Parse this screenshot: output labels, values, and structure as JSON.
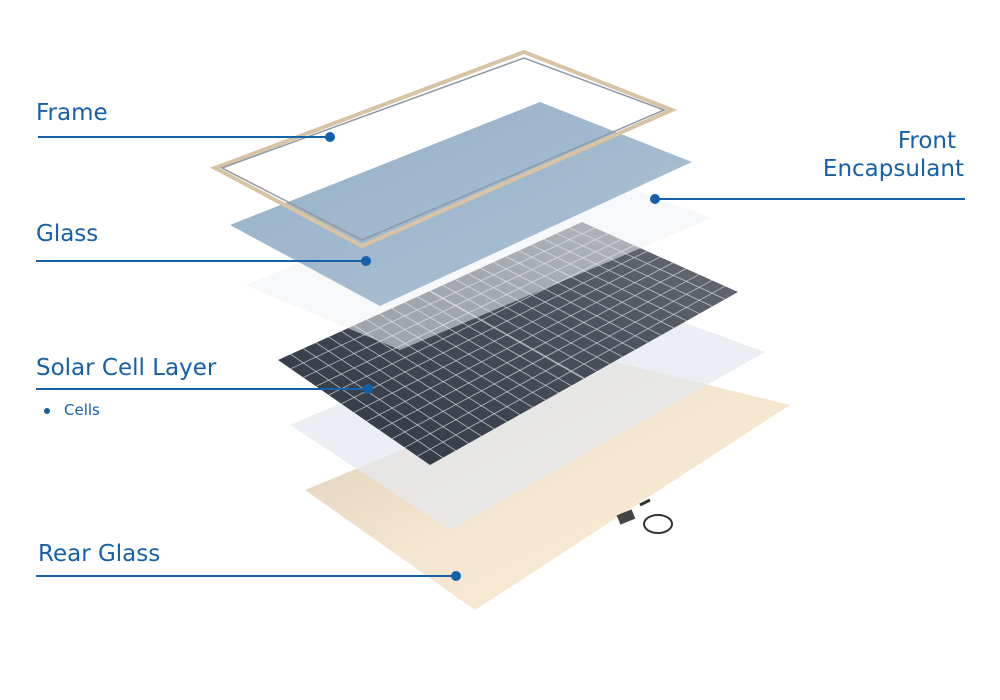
{
  "labels": {
    "frame": "Frame",
    "glass": "Glass",
    "solar_cell_layer": "Solar Cell Layer",
    "cells_bullet": "Cells",
    "rear_glass": "Rear Glass",
    "front_encapsulant_line1": "Front",
    "front_encapsulant_line2": "Encapsulant"
  },
  "colors": {
    "accent": "#1560a8"
  }
}
